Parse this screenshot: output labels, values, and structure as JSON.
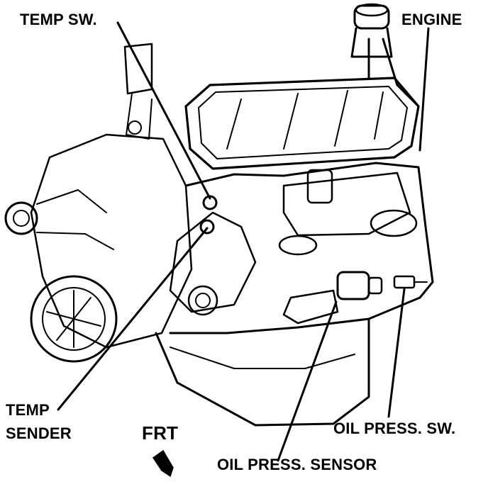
{
  "labels": {
    "temp_switch": "TEMP SW.",
    "engine": "ENGINE",
    "temp_sender_line1": "TEMP",
    "temp_sender_line2": "SENDER",
    "front": "FRT",
    "oil_press_switch": "OIL PRESS. SW.",
    "oil_press_sensor": "OIL PRESS. SENSOR"
  },
  "colors": {
    "ink": "#000000",
    "background": "#ffffff"
  }
}
